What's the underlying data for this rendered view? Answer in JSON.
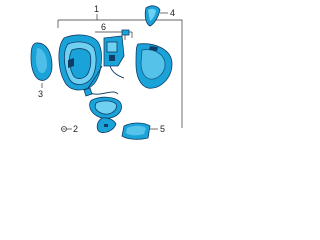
{
  "colors": {
    "part_fill": "#1aa3d9",
    "part_light": "#6fd0f2",
    "part_outline": "#0f3d66",
    "callout_line": "#333333",
    "label_text": "#222222"
  },
  "callouts": {
    "c1": "1",
    "c2": "2",
    "c3": "3",
    "c4": "4",
    "c5": "5",
    "c6": "6"
  }
}
